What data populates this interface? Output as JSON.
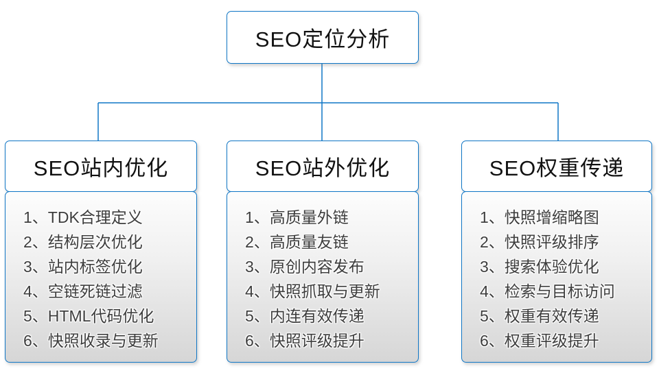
{
  "diagram": {
    "root": {
      "title": "SEO定位分析"
    },
    "branches": [
      {
        "title": "SEO站内优化",
        "items": [
          "1、TDK合理定义",
          "2、结构层次优化",
          "3、站内标签优化",
          "4、空链死链过滤",
          "5、HTML代码优化",
          "6、快照收录与更新"
        ]
      },
      {
        "title": "SEO站外优化",
        "items": [
          "1、高质量外链",
          "2、高质量友链",
          "3、原创内容发布",
          "4、快照抓取与更新",
          "5、内连有效传递",
          "6、快照评级提升"
        ]
      },
      {
        "title": "SEO权重传递",
        "items": [
          "1、快照增缩略图",
          "2、快照评级排序",
          "3、搜索体验优化",
          "4、检索与目标访问",
          "5、权重有效传递",
          "6、权重评级提升"
        ]
      }
    ],
    "colors": {
      "line": "#0f76c6",
      "border": "#0f76c6",
      "header_text": "#111111",
      "item_text": "#3d3d3d",
      "list_bg_top": "#fdfdfd",
      "list_bg_bottom": "#d6d6d6"
    }
  }
}
